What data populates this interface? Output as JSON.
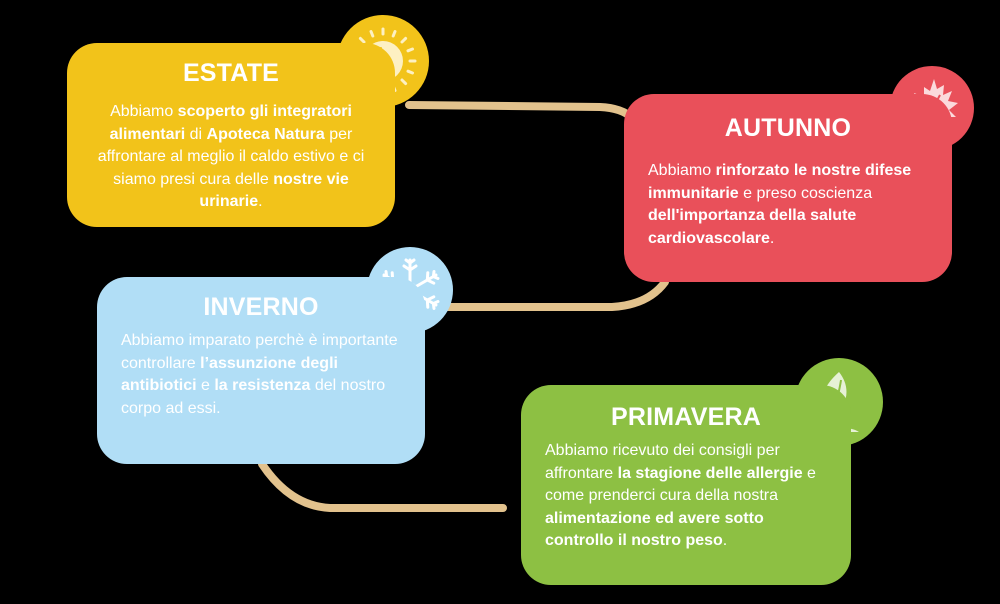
{
  "colors": {
    "background": "#000000",
    "connector": "#e2c28d",
    "estate": "#f2c31a",
    "autunno": "#e9505a",
    "inverno": "#b1def6",
    "primavera": "#8dc043",
    "text": "#ffffff"
  },
  "seasons": [
    {
      "id": "estate",
      "title": "ESTATE",
      "icon": "sun-icon",
      "body": [
        {
          "t": "Abbiamo ",
          "b": false
        },
        {
          "t": "scoperto gli integratori alimentari",
          "b": true
        },
        {
          "t": " di ",
          "b": false
        },
        {
          "t": "Apoteca Natura",
          "b": true
        },
        {
          "t": " per affrontare al meglio il caldo estivo e ci siamo presi cura delle ",
          "b": false
        },
        {
          "t": "nostre vie urinarie",
          "b": true
        },
        {
          "t": ".",
          "b": false
        }
      ]
    },
    {
      "id": "autunno",
      "title": "AUTUNNO",
      "icon": "maple-leaf-icon",
      "body": [
        {
          "t": "Abbiamo ",
          "b": false
        },
        {
          "t": "rinforzato le nostre difese immunitarie",
          "b": true
        },
        {
          "t": " e preso coscienza ",
          "b": false
        },
        {
          "t": "dell'importanza della salute cardiovascolare",
          "b": true
        },
        {
          "t": ".",
          "b": false
        }
      ]
    },
    {
      "id": "inverno",
      "title": "INVERNO",
      "icon": "snowflake-icon",
      "body": [
        {
          "t": "Abbiamo imparato perchè è importante controllare ",
          "b": false
        },
        {
          "t": "l’assunzione degli antibiotici",
          "b": true
        },
        {
          "t": " e ",
          "b": false
        },
        {
          "t": "la resistenza",
          "b": true
        },
        {
          "t": " del nostro corpo ad essi.",
          "b": false
        }
      ]
    },
    {
      "id": "primavera",
      "title": "PRIMAVERA",
      "icon": "sprout-icon",
      "body": [
        {
          "t": "Abbiamo ricevuto dei consigli per affrontare ",
          "b": false
        },
        {
          "t": "la stagione delle allergie",
          "b": true
        },
        {
          "t": " e come prenderci cura della nostra ",
          "b": false
        },
        {
          "t": "alimentazione ed avere sotto controllo il nostro peso",
          "b": true
        },
        {
          "t": ".",
          "b": false
        }
      ]
    }
  ]
}
